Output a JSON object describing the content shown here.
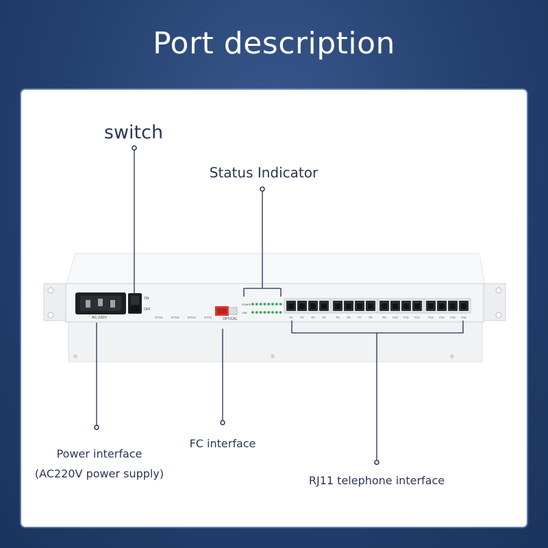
{
  "title": "Port description",
  "labels": {
    "switch": "switch",
    "status_indicator": "Status Indicator",
    "power_line1": "Power interface",
    "power_line2": "(AC220V power supply)",
    "fc_interface": "FC interface",
    "rj11": "RJ11 telephone interface"
  },
  "device": {
    "ac_label": "AC-220V",
    "on_label": "ON",
    "off_label": "OFF",
    "optical_label": "OPTICAL",
    "power_led_label": "POWER",
    "link_led_label": "LINK",
    "eth_ports": [
      "ETH4",
      "ETH3",
      "ETH2",
      "ETH1"
    ],
    "phone_ports": [
      "P1",
      "P2",
      "P3",
      "P4",
      "P5",
      "P6",
      "P7",
      "P8",
      "P9",
      "P10",
      "P11",
      "P12",
      "P13",
      "P14",
      "P15",
      "P16"
    ]
  },
  "colors": {
    "label_text": "#2b3657",
    "leader_line": "#1f2d55",
    "led_green": "#2fae4e",
    "fc_red": "#e0322b"
  }
}
